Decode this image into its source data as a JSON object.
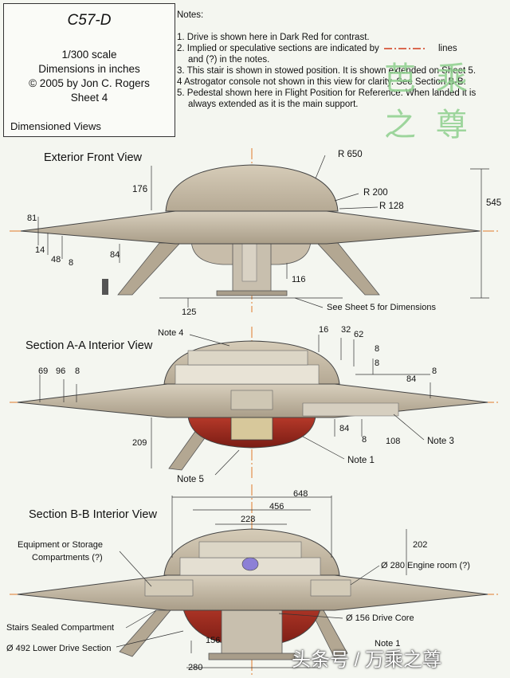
{
  "title_block": {
    "title": "C57-D",
    "scale": "1/300 scale",
    "units": "Dimensions in inches",
    "copyright": "© 2005 by Jon C. Rogers",
    "sheet": "Sheet 4",
    "views": "Dimensioned Views"
  },
  "notes": {
    "heading": "Notes:",
    "n1": "1. Drive is shown here in Dark Red for contrast.",
    "n2a": "2. Implied or speculative sections are indicated by",
    "n2b": "lines",
    "n2c": "and (?) in the notes.",
    "n3": "3. This stair is shown in stowed position. It is shown extended on Sheet 5.",
    "n4": "4  Astrogator console not shown in this view for clarity. See Section B-B.",
    "n5a": "5. Pedestal shown here in Flight Position for Reference.  When landed it is",
    "n5b": "always extended as it is the main support."
  },
  "watermark_chinese": "芭 乘 之 尊",
  "watermark_footer": "头条号 / 万乘之尊",
  "views": {
    "front": {
      "title": "Exterior Front View",
      "dims": {
        "r650": "R 650",
        "r200": "R 200",
        "r128": "R 128",
        "d176": "176",
        "d545": "545",
        "d81": "81",
        "d14": "14",
        "d48": "48",
        "d8": "8",
        "d84": "84",
        "d116": "116",
        "d125": "125"
      },
      "ref": "See Sheet 5 for Dimensions"
    },
    "section_aa": {
      "title": "Section A-A Interior View",
      "note4": "Note 4",
      "dims": {
        "d16": "16",
        "d32": "32",
        "d62": "62",
        "d8a": "8",
        "d8b": "8",
        "d84a": "84",
        "d69": "69",
        "d96": "96",
        "d8c": "8",
        "d209": "209",
        "d84b": "84",
        "d8d": "8",
        "d108": "108"
      },
      "note3": "Note 3",
      "note1": "Note 1",
      "note5": "Note 5"
    },
    "section_bb": {
      "title": "Section B-B Interior View",
      "dims": {
        "d648": "648",
        "d456": "456",
        "d228": "228",
        "d202": "202",
        "d156": "156",
        "d280": "280"
      },
      "equip1": "Equipment or Storage",
      "equip2": "Compartments (?)",
      "engine": "Ø 280 Engine room (?)",
      "stairs": "Stairs Sealed Compartment",
      "drive_core": "Ø 156 Drive Core",
      "lower_drive": "Ø 492 Lower Drive Section",
      "note1": "Note 1"
    }
  },
  "colors": {
    "hull": "#c3b8a3",
    "hull_dark": "#8f8472",
    "drive": "#9a2a1e",
    "dim": "#333333",
    "center": "#e07a2a"
  }
}
